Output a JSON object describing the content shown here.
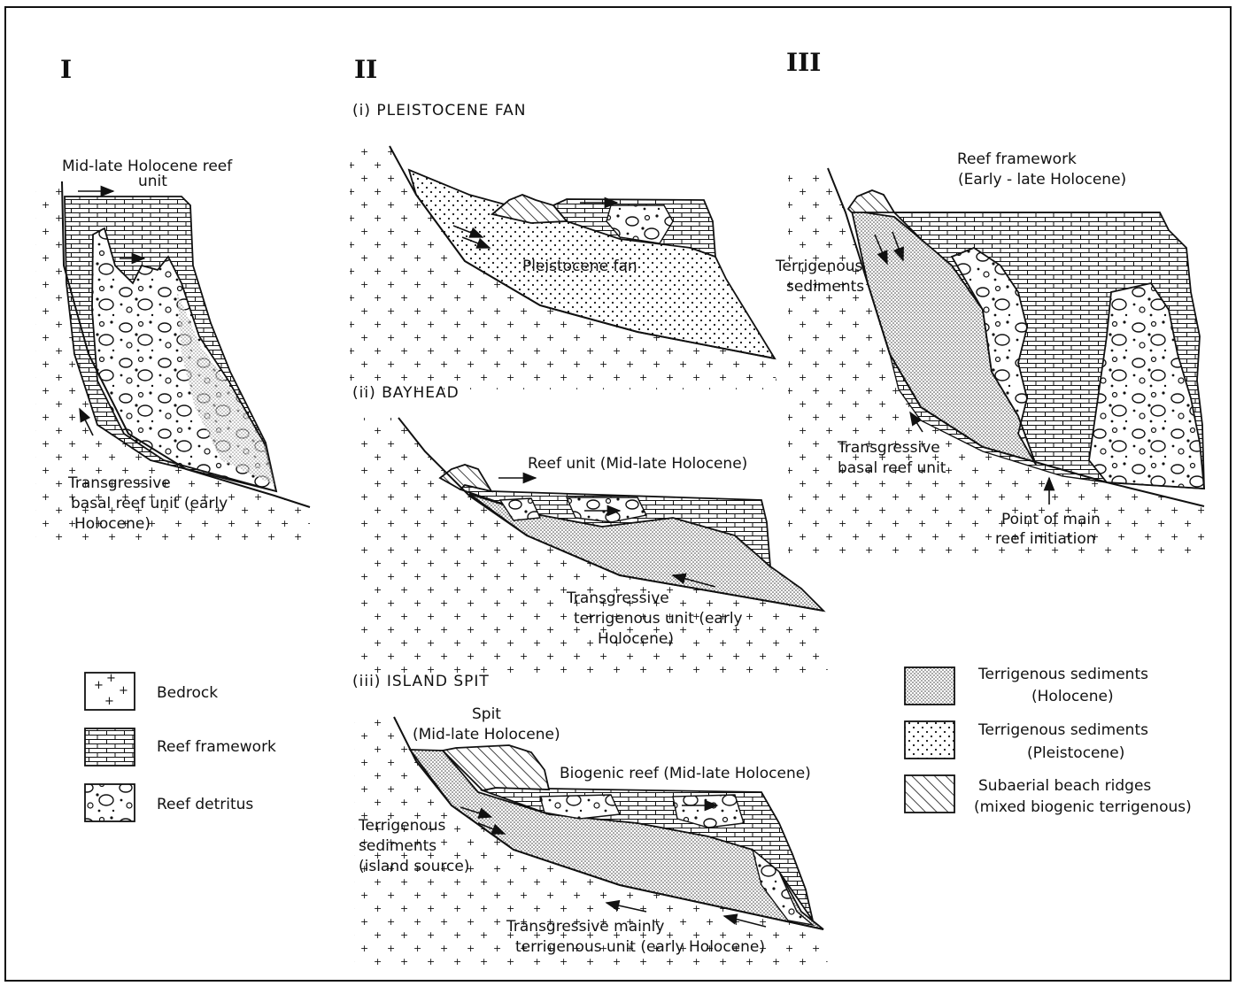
{
  "panels": {
    "p1": {
      "numeral": "I",
      "top_label_1": "Mid-late Holocene reef",
      "top_label_2": "unit",
      "bot_label_1": "Transgressive",
      "bot_label_2": "basal reef unit (early",
      "bot_label_3": "Holocene)"
    },
    "p2": {
      "numeral": "II",
      "a_title": "(i) PLEISTOCENE FAN",
      "a_label": "Pleistocene fan",
      "b_title": "(ii) BAYHEAD",
      "b_reef": "Reef unit (Mid-late Holocene)",
      "b_trans_1": "Transgressive",
      "b_trans_2": "terrigenous unit (early",
      "b_trans_3": "Holocene)",
      "c_title": "(iii) ISLAND SPIT",
      "c_spit_1": "Spit",
      "c_spit_2": "(Mid-late Holocene)",
      "c_reef": "Biogenic reef (Mid-late Holocene)",
      "c_terr_1": "Terrigenous",
      "c_terr_2": "sediments",
      "c_terr_3": "(island source)",
      "c_trans_1": "Transgressive mainly",
      "c_trans_2": "terrigenous unit (early Holocene)"
    },
    "p3": {
      "numeral": "III",
      "top_1": "Reef framework",
      "top_2": "(Early - late Holocene)",
      "terr_1": "Terrigenous",
      "terr_2": "sediments",
      "basal_1": "Transgressive",
      "basal_2": "basal reef unit",
      "point_1": "Point of main",
      "point_2": "reef initiation"
    }
  },
  "legend_left": [
    {
      "label": "Bedrock",
      "pattern": "bedrock"
    },
    {
      "label": "Reef framework",
      "pattern": "reef-framework"
    },
    {
      "label": "Reef detritus",
      "pattern": "reef-detritus"
    }
  ],
  "legend_right": [
    {
      "label_1": "Terrigenous sediments",
      "label_2": "(Holocene)",
      "pattern": "holocene-stipple"
    },
    {
      "label_1": "Terrigenous sediments",
      "label_2": "(Pleistocene)",
      "pattern": "pleistocene-dots"
    },
    {
      "label_1": "Subaerial beach ridges",
      "label_2": "(mixed biogenic terrigenous)",
      "pattern": "hatch"
    }
  ]
}
